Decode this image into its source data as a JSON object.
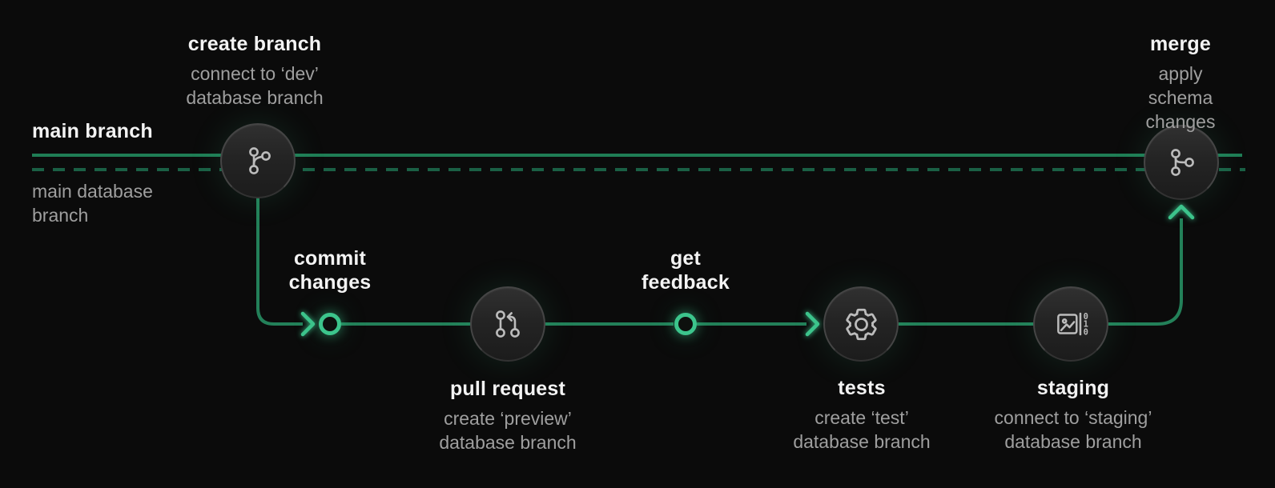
{
  "lanes": {
    "main_branch_label": "main branch",
    "main_db_lines": [
      "main database",
      "branch"
    ]
  },
  "steps": {
    "create_branch": {
      "title": "create branch",
      "subtitle_lines": [
        "connect to ‘dev’",
        "database branch"
      ],
      "icon": "git-branch-icon"
    },
    "commit": {
      "title_lines": [
        "commit",
        "changes"
      ]
    },
    "pull_request": {
      "title": "pull request",
      "subtitle_lines": [
        "create ‘preview’",
        "database branch"
      ],
      "icon": "git-pull-request-icon"
    },
    "get_feedback": {
      "title_lines": [
        "get",
        "feedback"
      ]
    },
    "tests": {
      "title": "tests",
      "subtitle_lines": [
        "create ‘test’",
        "database branch"
      ],
      "icon": "gear-icon"
    },
    "staging": {
      "title": "staging",
      "subtitle_lines": [
        "connect to ‘staging’",
        "database branch"
      ],
      "icon": "image-data-icon"
    },
    "merge": {
      "title": "merge",
      "subtitle_lines": [
        "apply schema",
        "changes"
      ],
      "icon": "git-merge-icon"
    }
  },
  "icons": {
    "staging_digits": [
      "0",
      "1",
      "0"
    ]
  },
  "colors": {
    "bg": "#0b0b0b",
    "line": "#1f7d55",
    "line-dashed": "#1a6045",
    "branch-line": "#238059",
    "accent": "#3cc48c",
    "title": "#f3f3f3",
    "subtitle": "#9f9f9f",
    "icon": "#bcbcbc",
    "node-border": "#454545"
  }
}
